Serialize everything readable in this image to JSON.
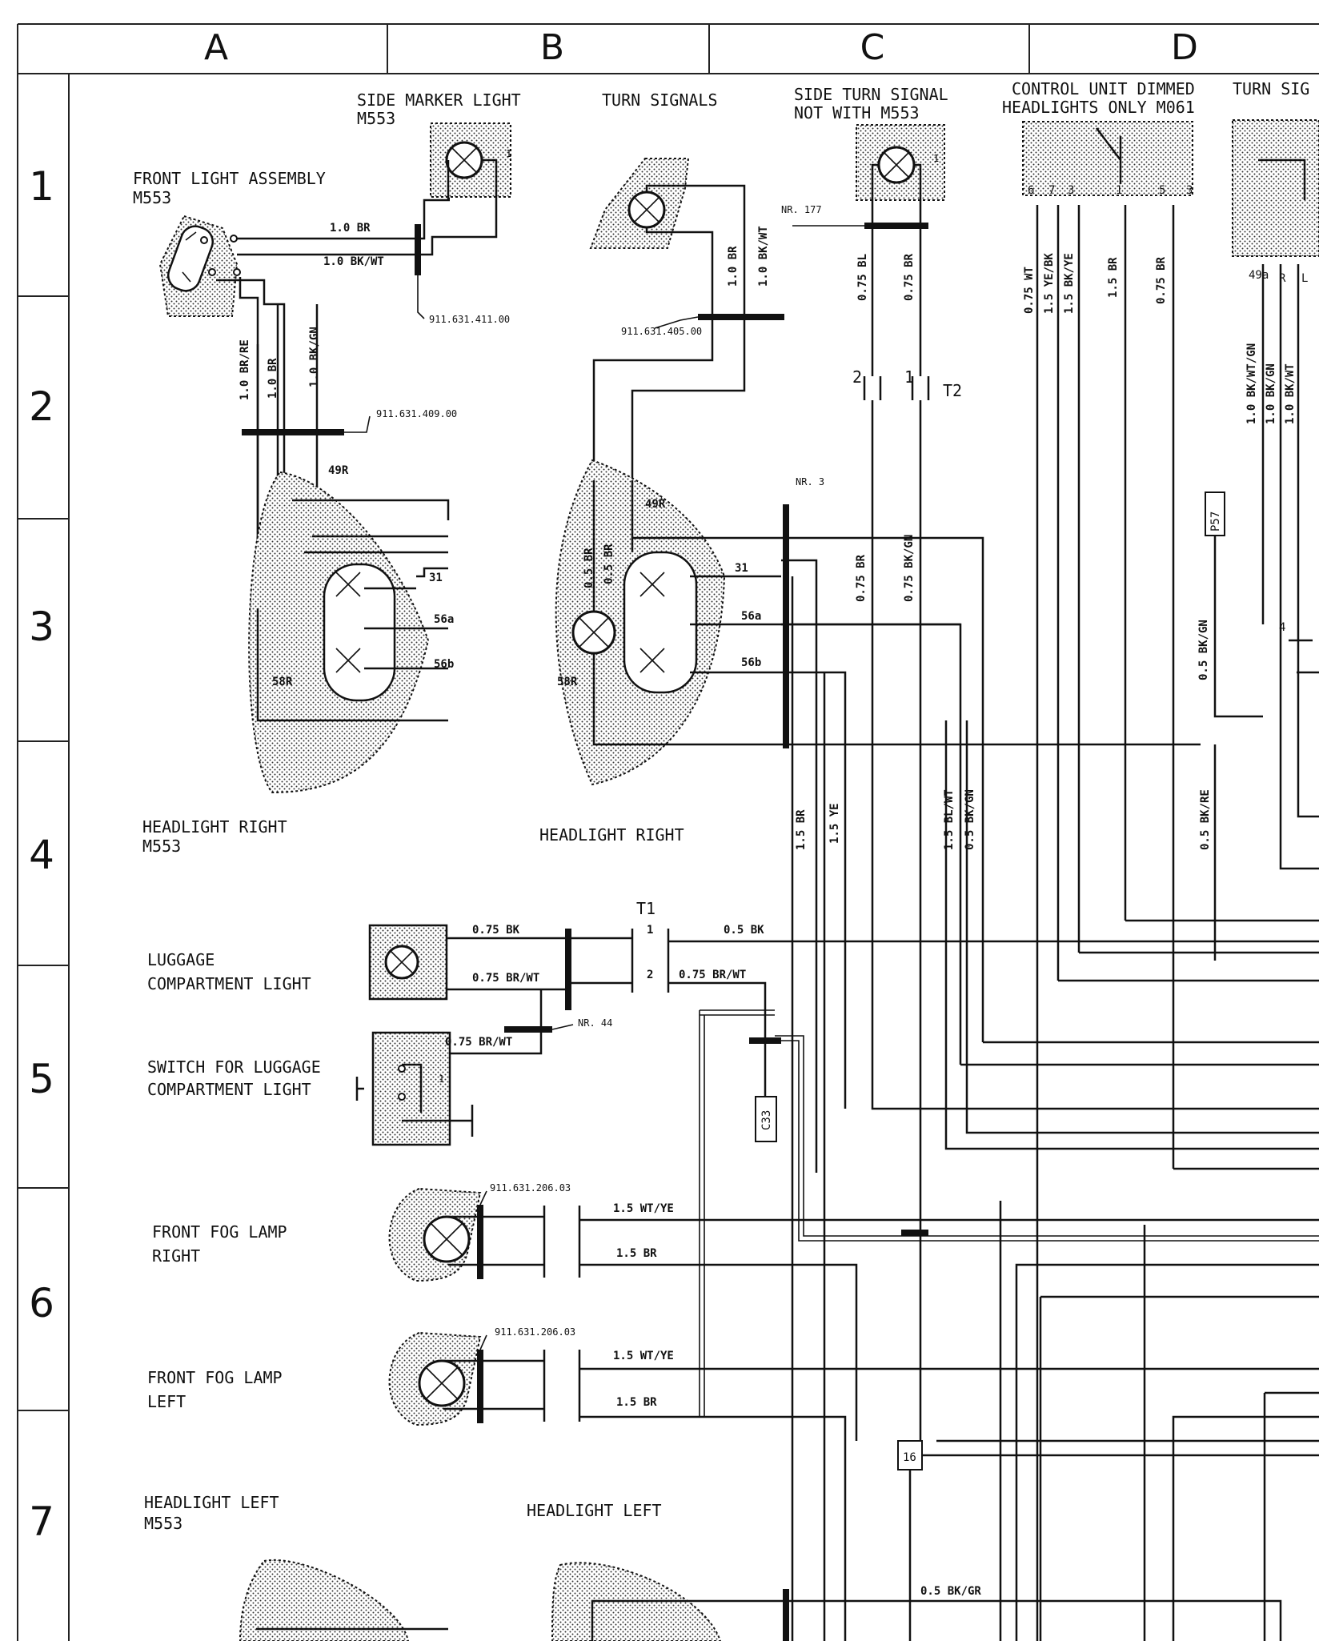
{
  "columns": [
    "A",
    "B",
    "C",
    "D"
  ],
  "rows": [
    "1",
    "2",
    "3",
    "4",
    "5",
    "6",
    "7"
  ],
  "components": {
    "side_marker_light": [
      "SIDE MARKER LIGHT",
      "M553"
    ],
    "turn_signals": "TURN SIGNALS",
    "side_turn_signal": [
      "SIDE TURN SIGNAL",
      "NOT WITH M553"
    ],
    "control_unit": [
      "CONTROL UNIT DIMMED",
      "HEADLIGHTS ONLY M061"
    ],
    "turn_signal_cut": "TURN SIG",
    "front_light_assembly": [
      "FRONT LIGHT ASSEMBLY",
      "M553"
    ],
    "headlight_right_m553": [
      "HEADLIGHT RIGHT",
      "M553"
    ],
    "headlight_right": "HEADLIGHT RIGHT",
    "luggage_light": [
      "LUGGAGE",
      "COMPARTMENT LIGHT"
    ],
    "luggage_switch": [
      "SWITCH FOR LUGGAGE",
      "COMPARTMENT LIGHT"
    ],
    "fog_right": [
      "FRONT FOG LAMP",
      "RIGHT"
    ],
    "fog_left": [
      "FRONT FOG LAMP",
      "LEFT"
    ],
    "headlight_left_m553": [
      "HEADLIGHT LEFT",
      "M553"
    ],
    "headlight_left": "HEADLIGHT LEFT"
  },
  "wires": {
    "w_1_0_br": "1.0 BR",
    "w_1_0_bkwt": "1.0 BK/WT",
    "w_1_0_brre": "1.0 BR/RE",
    "w_1_0_br_v": "1.0 BR",
    "w_1_0_bkgn": "1.0 BK/GN",
    "w_ts_br": "1.0 BR",
    "w_ts_bkwt": "1.0 BK/WT",
    "w_c_075bl": "0.75 BL",
    "w_c_075br": "0.75 BR",
    "w_d_075wt": "0.75 WT",
    "w_d_15yebk": "1.5 YE/BK",
    "w_d_15bkye": "1.5 BK/YE",
    "w_d_15br": "1.5 BR",
    "w_d_075br": "0.75 BR",
    "w_e_10bkwtgn": "1.0 BK/WT/GN",
    "w_e_10bkgn": "1.0 BK/GN",
    "w_e_10bkwt": "1.0 BK/WT",
    "w_b3_05br_a": "0.5 BR",
    "w_b3_05br_b": "0.5 BR",
    "w_c3_075br": "0.75 BR",
    "w_c3_075bkgn": "0.75 BK/GN",
    "w_e3_05bkgn": "0.5 BK/GN",
    "w_c4_15br": "1.5 BR",
    "w_c4_15ye": "1.5 YE",
    "w_c4_15blwt": "1.5 BL/WT",
    "w_c4_05bkgn": "0.5 BK/GN",
    "w_d4_05bkre": "0.5 BK/RE",
    "w_lug_075bk": "0.75 BK",
    "w_lug_075brwt": "0.75 BR/WT",
    "w_lug_05bk": "0.5 BK",
    "w_lug_075brwt2": "0.75 BR/WT",
    "w_sw_075brwt": "0.75 BR/WT",
    "w_fr_15wtye": "1.5 WT/YE",
    "w_fr_15br": "1.5 BR",
    "w_fl_15wtye": "1.5 WT/YE",
    "w_fl_15br": "1.5 BR",
    "w_bot_05bkgr": "0.5 BK/GR"
  },
  "parts": {
    "p_41100": "911.631.411.00",
    "p_40500": "911.631.405.00",
    "p_40900": "911.631.409.00",
    "p_fog_r": "911.631.206.03",
    "p_fog_l": "911.631.206.03"
  },
  "markers": {
    "nr177": "NR. 177",
    "nr3": "NR. 3",
    "nr44": "NR. 44",
    "t1": "T1",
    "t2": "T2",
    "p57": "P57",
    "c33": "C33",
    "b16": "16"
  },
  "pins": {
    "h1_49r": "49R",
    "h1_31": "31",
    "h1_56a": "56a",
    "h1_56b": "56b",
    "h1_58r": "58R",
    "h2_49r": "49R",
    "h2_31": "31",
    "h2_56a": "56a",
    "h2_56b": "56b",
    "h2_58r": "58R",
    "cu_6": "6",
    "cu_7": "7",
    "cu_3": "3",
    "cu_1": "1",
    "cu_5": "5",
    "cu_3b": "3",
    "ts_49a": "49a",
    "ts_r": "R",
    "ts_l": "L",
    "ts_4": "4",
    "t1_1": "1",
    "t1_2": "2",
    "t2_2": "2",
    "t2_1": "1",
    "sm_1": "1",
    "st_1": "1",
    "sw_1": "1"
  },
  "colors": {
    "line": "#111111",
    "paper": "#ffffff"
  }
}
